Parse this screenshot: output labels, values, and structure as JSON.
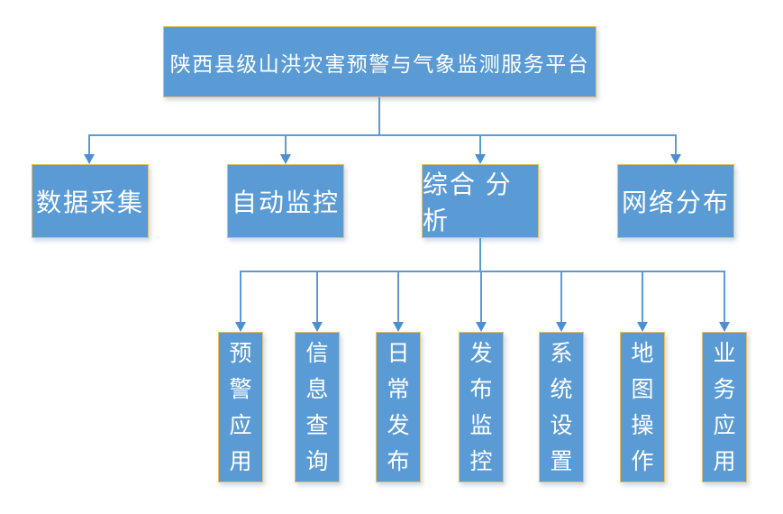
{
  "diagram": {
    "root": {
      "label": "陕西县级山洪灾害预警与气象监测服务平台"
    },
    "level2": [
      {
        "label": "数据采集"
      },
      {
        "label": "自动监控"
      },
      {
        "label": "综合 分析"
      },
      {
        "label": "网络分布"
      }
    ],
    "level3": [
      {
        "label": "预警应用"
      },
      {
        "label": "信息查询"
      },
      {
        "label": "日常发布"
      },
      {
        "label": "发布监控"
      },
      {
        "label": "系统设置"
      },
      {
        "label": "地图操作"
      },
      {
        "label": "业务应用"
      }
    ],
    "colors": {
      "node_fill": "#5B9BD5",
      "node_border": "#E9BF5E",
      "connector": "#5B9BD5",
      "arrow": "#4E8ED3",
      "text": "#FFFFFF",
      "background": "#FFFFFF"
    }
  }
}
